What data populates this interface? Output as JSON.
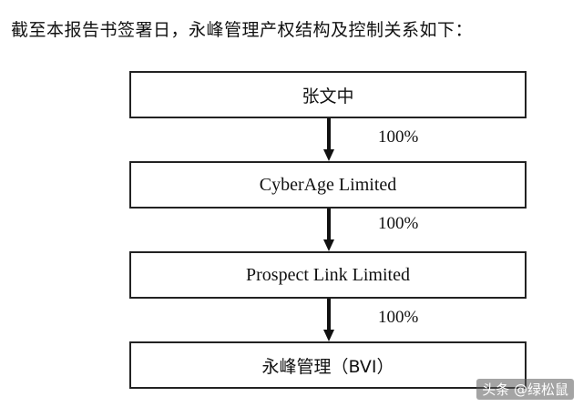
{
  "intro_text": "截至本报告书签署日，永峰管理产权结构及控制关系如下：",
  "nodes": [
    {
      "label": "张文中"
    },
    {
      "label": "CyberAge Limited"
    },
    {
      "label": "Prospect Link Limited"
    },
    {
      "label": "永峰管理（BVI）"
    }
  ],
  "edges": [
    {
      "from": "张文中",
      "to": "CyberAge Limited",
      "label": "100%"
    },
    {
      "from": "CyberAge Limited",
      "to": "Prospect Link Limited",
      "label": "100%"
    },
    {
      "from": "Prospect Link Limited",
      "to": "永峰管理（BVI）",
      "label": "100%"
    }
  ],
  "watermark": "头条 @绿松鼠"
}
